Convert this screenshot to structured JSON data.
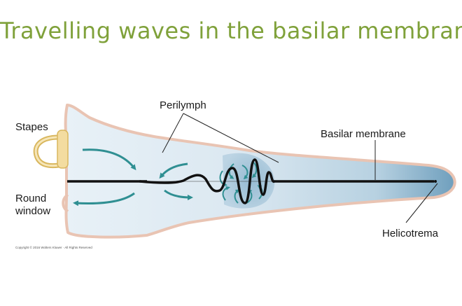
{
  "title": "Travelling waves in the basilar membrane",
  "labels": {
    "perilymph": "Perilymph",
    "stapes": "Stapes",
    "basilar_membrane": "Basilar membrane",
    "round_window_line1": "Round",
    "round_window_line2": "window",
    "helicotrema": "Helicotrema"
  },
  "copyright": "Copyright © 2016 Wolters Kluwer · All Rights Reserved",
  "colors": {
    "title": "#7fa13a",
    "outline": "#e9c4b3",
    "fluid_light": "#e6f0f6",
    "fluid_mid": "#b9d3e2",
    "fluid_dark": "#7fabc5",
    "arrow": "#2f8f92",
    "membrane": "#111111",
    "stapes_fill": "#f3dca0"
  }
}
